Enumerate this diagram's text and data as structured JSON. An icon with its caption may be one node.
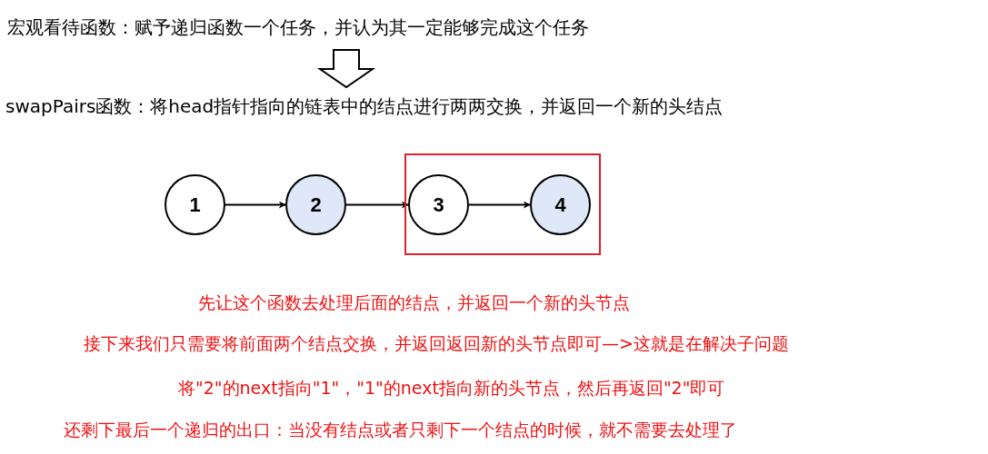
{
  "diagram": {
    "nodes": [
      {
        "text": [
          "宏观看待函数：赋予递归函数一个任务，并认为其一定能够完成这个任务"
        ]
      },
      {
        "text": [
          "swapPairs函数：将head指针指向的链表中的结点进行两两交换，并返回一个新的头结点"
        ]
      },
      {
        "text": [
          "1"
        ]
      },
      {
        "text": [
          "2"
        ]
      },
      {
        "text": [],
        "shape": "box"
      },
      {
        "text": [
          "3"
        ],
        "in": 4
      },
      {
        "text": [
          "4"
        ],
        "in": 4
      }
    ],
    "edges": [
      {
        "from": 0,
        "to": 1,
        "arrow": "to"
      },
      {
        "from": 2,
        "to": 3,
        "arrow": "to"
      },
      {
        "from": 3,
        "to": 5,
        "arrow": "to"
      },
      {
        "from": 5,
        "to": 6,
        "arrow": "to"
      }
    ],
    "labels": [
      "先让这个函数去处理后面的结点，并返回一个新的头节点",
      "接下来我们只需要将前面两个结点交换，并返回返回新的头节点即可—>这就是在解决子问题",
      "将\"2\"的next指向\"1\"，\"1\"的next指向新的头节点，然后再返回\"2\"即可",
      "还剩下最后一个递归的出口：当没有结点或者只剩下一个结点的时候，就不需要去处理了"
    ]
  }
}
